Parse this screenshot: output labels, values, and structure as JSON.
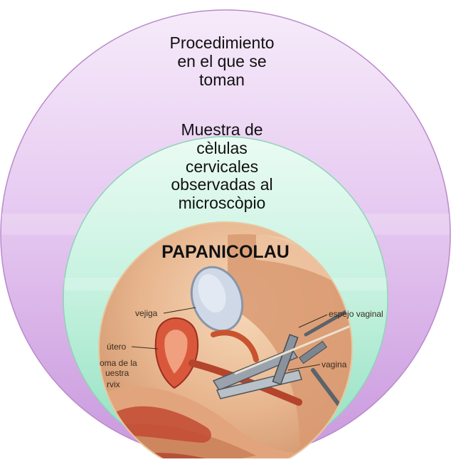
{
  "rings": {
    "outer": {
      "text": "Procedimiento\nen el que se\ntoman",
      "color_top": "#efd9f6",
      "color_bottom": "#d6aee6",
      "edge": "#b98acb"
    },
    "middle": {
      "text": "Muestra de\ncèlulas\ncervicales\nobservadas al\nmicroscòpio",
      "color_top": "#dcf7ea",
      "color_bottom": "#a9e9cf",
      "edge": "#8fd3b7"
    },
    "center": {
      "text": "PAPANICOLAU"
    }
  },
  "illustration": {
    "subject": "anatomical-diagram",
    "labels": {
      "vejiga": "vejiga",
      "espejo": "espejo vaginal",
      "utero": "útero",
      "toma1": "oma de la",
      "toma2": "uestra",
      "cervix": "rvix",
      "vagina": "vagina"
    }
  }
}
